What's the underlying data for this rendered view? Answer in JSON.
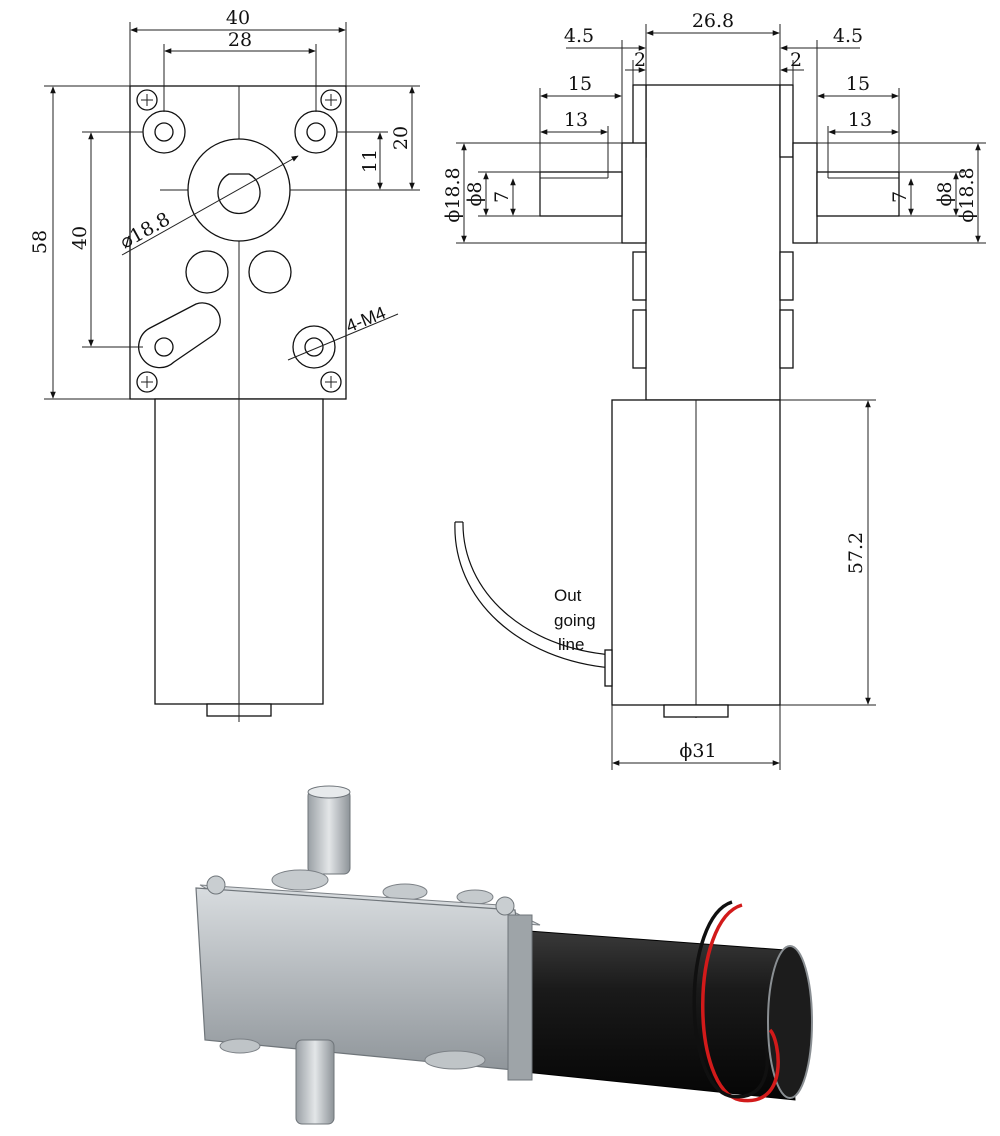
{
  "front_view": {
    "width": "40",
    "hole_spacing": "28",
    "height": "58",
    "vertical_spacing": "40",
    "top_to_shaft": "20",
    "shaft_offset": "11",
    "shaft_diameter": "⌀18.8",
    "screw_spec": "4-M4"
  },
  "side_view": {
    "body_width": "26.8",
    "left_step": "4.5",
    "left_step_small": "2",
    "right_step": "4.5",
    "right_step_small": "2",
    "left_shaft_length": "15",
    "left_flat_length": "13",
    "right_shaft_length": "15",
    "right_flat_length": "13",
    "left_boss_diameter": "ϕ18.8",
    "left_shaft_diameter": "ϕ8",
    "left_flat_width": "7",
    "right_boss_diameter": "ϕ18.8",
    "right_shaft_diameter": "ϕ8",
    "right_flat_width": "7",
    "motor_length": "57.2",
    "motor_diameter": "ϕ31",
    "cable_label": [
      "Out",
      "going",
      "line"
    ]
  },
  "colors": {
    "line": "#111111",
    "housing": "#b4b9bd",
    "motor": "#141414",
    "wire_red": "#d21a1a"
  }
}
